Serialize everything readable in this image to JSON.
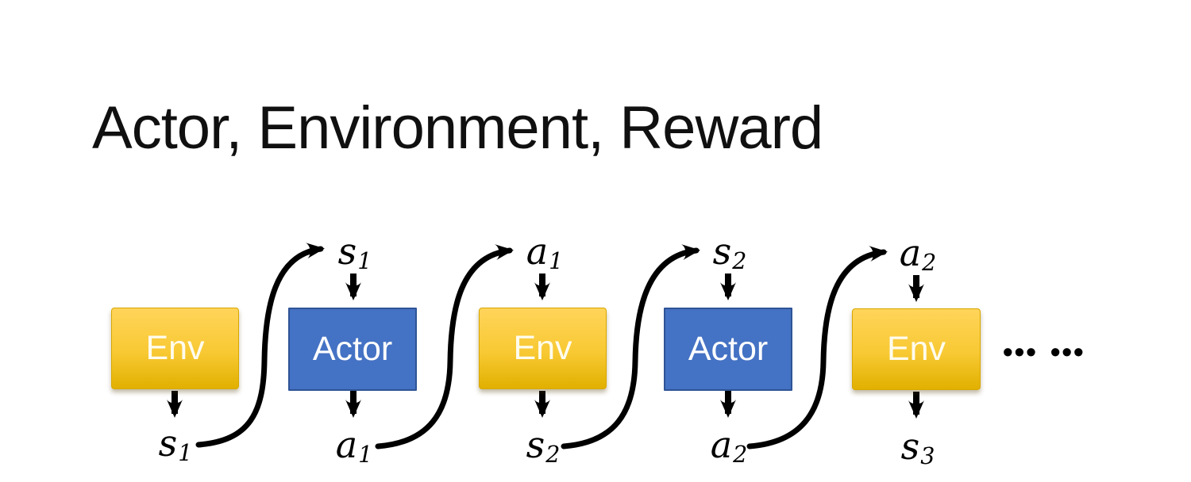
{
  "title": "Actor, Environment, Reward",
  "diagram": {
    "boxes": [
      {
        "label": "Env",
        "type": "env"
      },
      {
        "label": "Actor",
        "type": "actor"
      },
      {
        "label": "Env",
        "type": "env"
      },
      {
        "label": "Actor",
        "type": "actor"
      },
      {
        "label": "Env",
        "type": "env"
      }
    ],
    "top_labels": [
      {
        "base": "s",
        "sub": "1"
      },
      {
        "base": "a",
        "sub": "1"
      },
      {
        "base": "s",
        "sub": "2"
      },
      {
        "base": "a",
        "sub": "2"
      }
    ],
    "bottom_labels": [
      {
        "base": "s",
        "sub": "1"
      },
      {
        "base": "a",
        "sub": "1"
      },
      {
        "base": "s",
        "sub": "2"
      },
      {
        "base": "a",
        "sub": "2"
      },
      {
        "base": "s",
        "sub": "3"
      }
    ],
    "ellipsis": "••• •••"
  },
  "colors": {
    "env_gradient_top": "#FFD45A",
    "env_gradient_bottom": "#E1B000",
    "env_border": "#D9A700",
    "actor_fill": "#4472C4",
    "actor_border": "#2F5496",
    "box_text": "#FFFFFF",
    "arrow": "#000000",
    "title_text": "#101010",
    "background": "#FFFFFF"
  }
}
